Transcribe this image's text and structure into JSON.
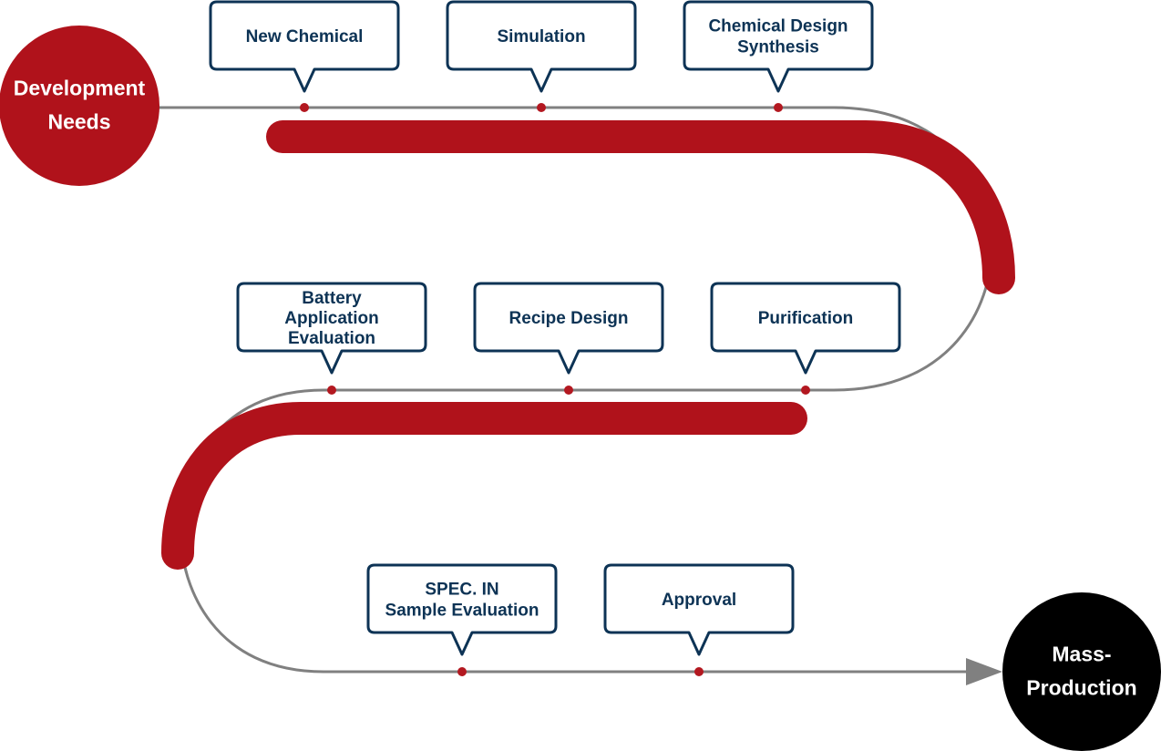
{
  "colors": {
    "accent_red": "#b0121b",
    "dot_red": "#b31820",
    "box_border": "#0d3355",
    "box_text": "#0d3355",
    "line_gray": "#808080",
    "end_black": "#000000",
    "white": "#ffffff"
  },
  "start": {
    "lines": [
      "Development",
      "Needs"
    ]
  },
  "end": {
    "lines": [
      "Mass-",
      "Production"
    ]
  },
  "rows": [
    {
      "steps": [
        {
          "lines": [
            "New Chemical"
          ]
        },
        {
          "lines": [
            "Simulation"
          ]
        },
        {
          "lines": [
            "Chemical Design",
            "Synthesis"
          ]
        }
      ]
    },
    {
      "steps": [
        {
          "lines": [
            "Battery",
            "Application",
            "Evaluation"
          ]
        },
        {
          "lines": [
            "Recipe Design"
          ]
        },
        {
          "lines": [
            "Purification"
          ]
        }
      ]
    },
    {
      "steps": [
        {
          "lines": [
            "SPEC. IN",
            "Sample Evaluation"
          ]
        },
        {
          "lines": [
            "Approval"
          ]
        }
      ]
    }
  ]
}
